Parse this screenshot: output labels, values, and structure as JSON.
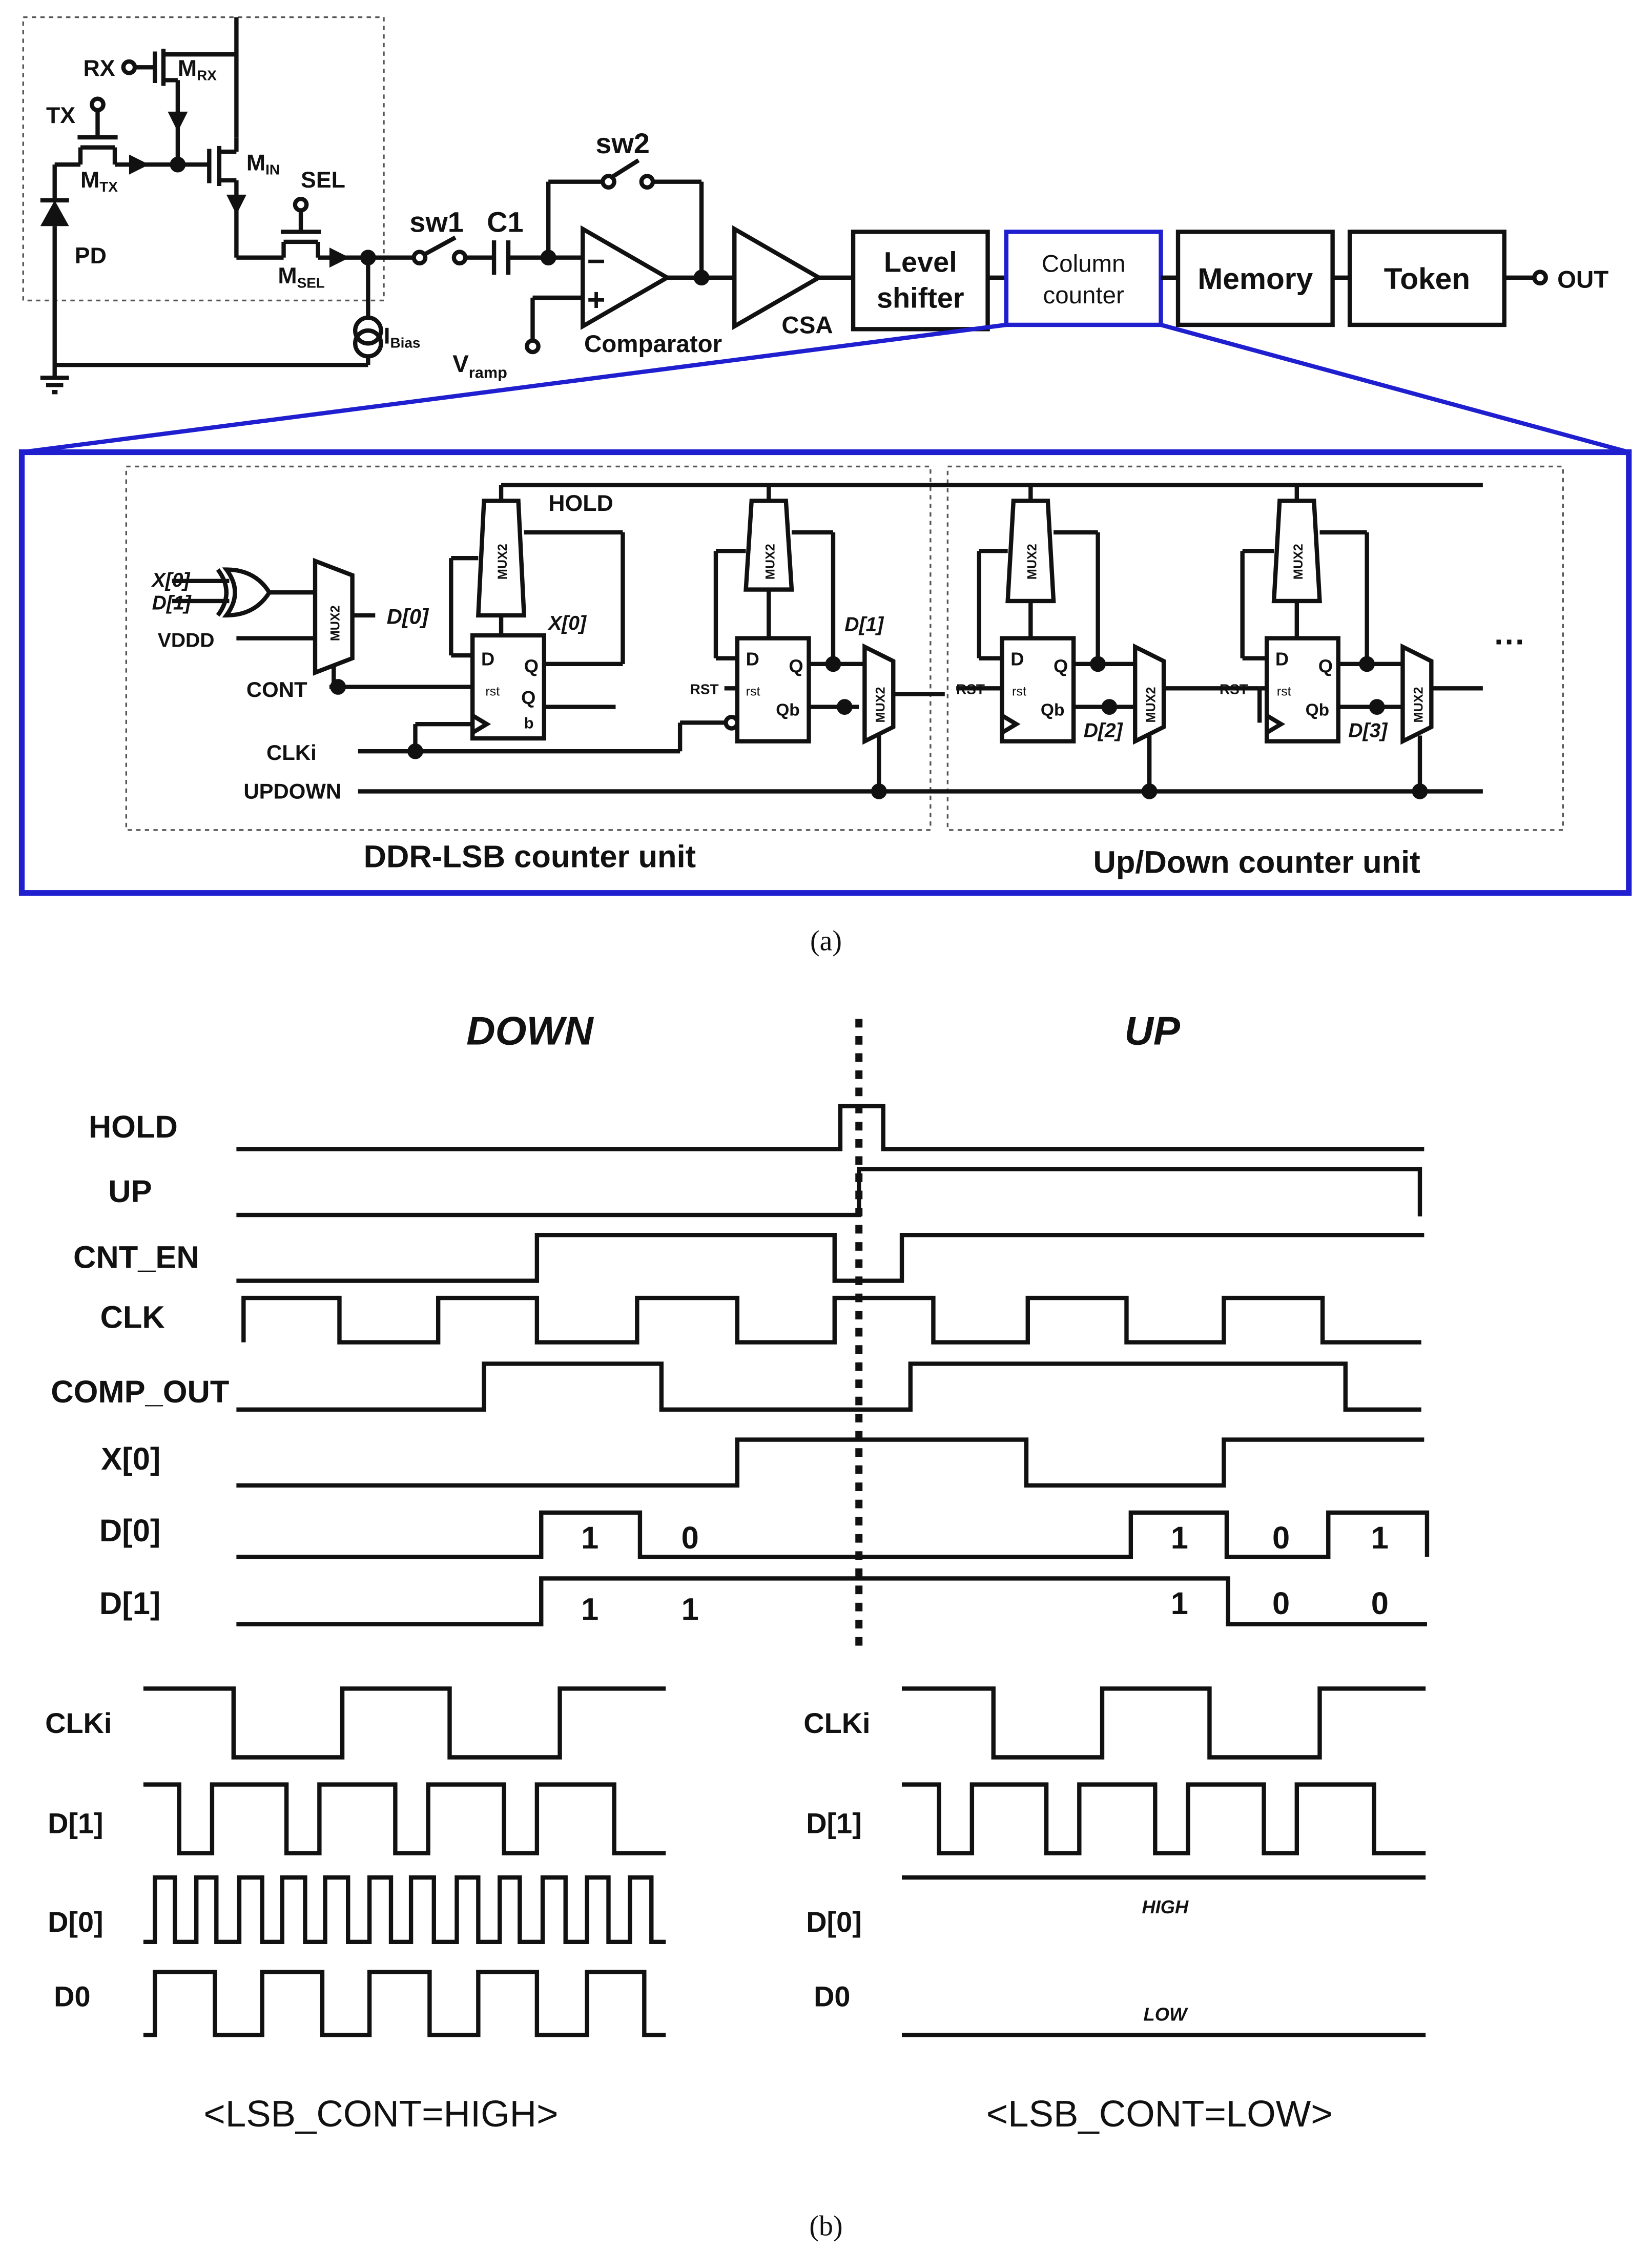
{
  "schematic": {
    "pixel": {
      "rx": "RX",
      "m_rx": "M",
      "m_rx_sub": "RX",
      "tx": "TX",
      "m_tx": "M",
      "m_tx_sub": "TX",
      "m_in": "M",
      "m_in_sub": "IN",
      "sel": "SEL",
      "m_sel": "M",
      "m_sel_sub": "SEL",
      "pd": "PD",
      "ibias": "I",
      "ibias_sub": "Bias"
    },
    "readout": {
      "sw1": "sw1",
      "c1": "C1",
      "sw2": "sw2",
      "minus": "−",
      "plus": "+",
      "comparator": "Comparator",
      "vramp": "V",
      "vramp_sub": "ramp",
      "csa": "CSA"
    },
    "blocks": {
      "level_shifter_1": "Level",
      "level_shifter_2": "shifter",
      "column_counter_1": "Column",
      "column_counter_2": "counter",
      "memory": "Memory",
      "token": "Token",
      "out": "OUT"
    }
  },
  "counter_detail": {
    "hold": "HOLD",
    "mux": "MUX2",
    "x0": "X[0]",
    "d1": "D[1]",
    "vddd": "VDDD",
    "d0": "D[0]",
    "cont": "CONT",
    "clki": "CLKi",
    "updown": "UPDOWN",
    "ff_d": "D",
    "ff_q": "Q",
    "ff_rst": "rst",
    "ff_qb_q": "Q",
    "ff_qb_b": "b",
    "ff_qb": "Qb",
    "rst_upper": "RST",
    "x0_fb": "X[0]",
    "d1_out": "D[1]",
    "d2": "D[2]",
    "d3": "D[3]",
    "ellipsis": "···",
    "unit_left": "DDR-LSB counter unit",
    "unit_right": "Up/Down counter unit"
  },
  "caption_a": "(a)",
  "timing": {
    "phase_down": "DOWN",
    "phase_up": "UP",
    "signals": [
      "HOLD",
      "UP",
      "CNT_EN",
      "CLK",
      "COMP_OUT",
      "X[0]",
      "D[0]",
      "D[1]"
    ],
    "d0_values": [
      "1",
      "0",
      "1",
      "0",
      "1"
    ],
    "d1_values": [
      "1",
      "1",
      "1",
      "0",
      "0"
    ]
  },
  "lsb_high": {
    "signals": [
      "CLKi",
      "D[1]",
      "D[0]",
      "D0"
    ],
    "title": "<LSB_CONT=HIGH>"
  },
  "lsb_low": {
    "signals": [
      "CLKi",
      "D[1]",
      "D[0]",
      "D0"
    ],
    "high_note": "HIGH",
    "low_note": "LOW",
    "title": "<LSB_CONT=LOW>"
  },
  "caption_b": "(b)",
  "colors": {
    "accent_blue": "#1f1fd0",
    "ink": "#111111"
  }
}
